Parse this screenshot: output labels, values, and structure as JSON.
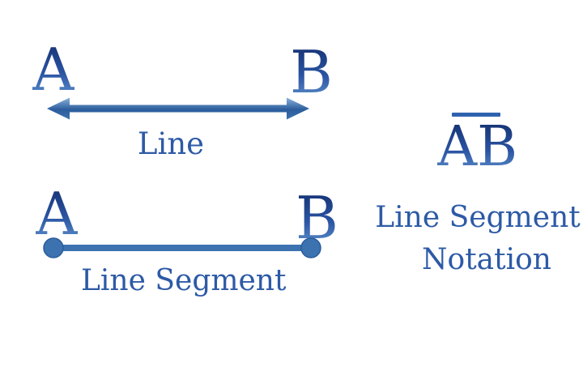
{
  "palette": {
    "background": "#ffffff",
    "label_blue": "#2d5aa6",
    "overbar_blue": "#2e62ae",
    "shape_blue": "#3c72b0",
    "shape_blue_dark": "#2b5d9c",
    "arrow_highlight": "#8ab3dd",
    "letter_fallback": "#2b57a7",
    "letter_gradient_top": "#14306f",
    "letter_gradient_mid": "#2a53a2",
    "letter_gradient_bottom": "#5f92cc"
  },
  "line_figure": {
    "point_a_label": "A",
    "point_b_label": "B",
    "caption": "Line"
  },
  "segment_figure": {
    "point_a_label": "A",
    "point_b_label": "B",
    "caption": "Line Segment"
  },
  "notation": {
    "symbol": "AB",
    "caption_line1": "Line Segment",
    "caption_line2": "Notation"
  }
}
